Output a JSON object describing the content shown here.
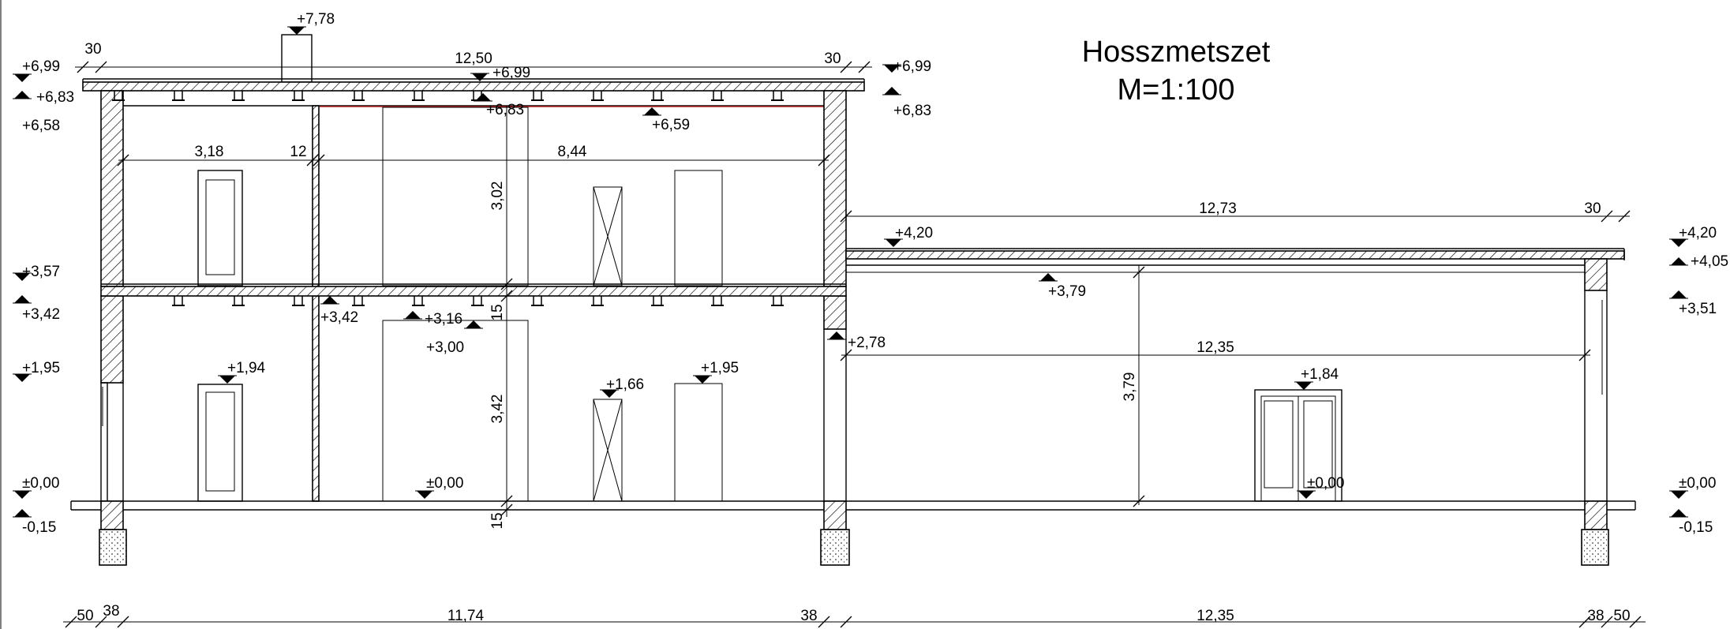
{
  "title": {
    "line1": "Hosszmetszet",
    "line2": "M=1:100"
  },
  "levels": {
    "chimney": "+7,78",
    "roof_top_left": "+6,99",
    "roof_bottom_left": "+6,83",
    "ceiling_left": "+6,58",
    "roof_top_center": "+6,99",
    "ceiling_center": "+6,83",
    "ceiling_right": "+6,59",
    "roof_top_right": "+6,99",
    "roof_bottom_right": "+6,83",
    "floor1_top_left": "+3,57",
    "floor1_bottom_left": "+3,42",
    "floor1_bottom_center": "+3,42",
    "beam_bottom": "+3,16",
    "door_top_ground": "+3,00",
    "window_left": "+1,95",
    "door_left_ground": "+1,94",
    "door_ground_x": "+1,66",
    "door_ground_right": "+1,95",
    "zero_left": "±0,00",
    "minus_left": "-0,15",
    "zero_center": "±0,00",
    "annex_roof": "+4,20",
    "annex_ceiling": "+3,79",
    "annex_beam": "+2,78",
    "annex_door": "+1,84",
    "annex_zero": "±0,00",
    "right_top": "+4,20",
    "right_mid": "+4,05",
    "right_low": "+3,51",
    "right_zero": "±0,00",
    "right_minus": "-0,15"
  },
  "dimensions": {
    "top_left_30": "30",
    "top_span": "12,50",
    "top_right_30": "30",
    "room_left": "3,18",
    "wall_12": "12",
    "room_right": "8,44",
    "height_upper": "3,02",
    "slab_15": "15",
    "height_lower": "3,42",
    "foundation_15": "15",
    "annex_span": "12,73",
    "annex_30": "30",
    "annex_inner": "12,35",
    "annex_height": "3,79",
    "bottom_50_left": "50",
    "bottom_38_left": "38",
    "bottom_main": "11,74",
    "bottom_38_mid": "38",
    "bottom_annex": "12,35",
    "bottom_38_right": "38",
    "bottom_50_right": "50"
  }
}
